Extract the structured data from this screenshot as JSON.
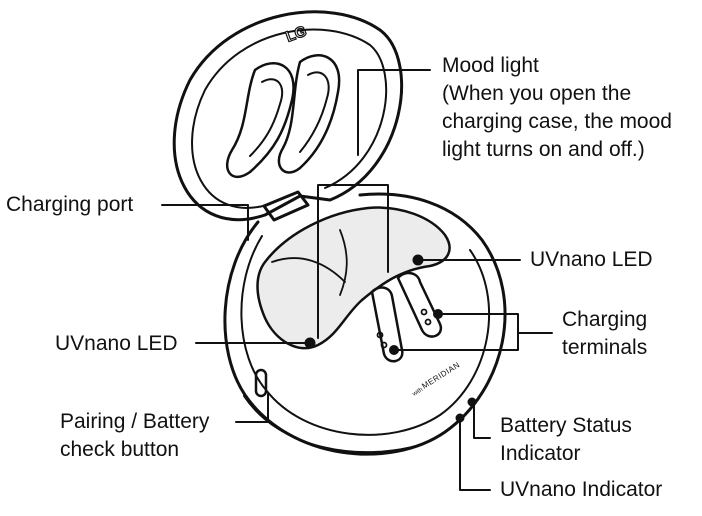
{
  "labels": {
    "mood_light": {
      "title": "Mood light",
      "note_lines": [
        "(When you open the",
        "charging case, the mood",
        "light turns on and off.)"
      ]
    },
    "charging_port": "Charging port",
    "uvnano_led_right": "UVnano LED",
    "uvnano_led_left": "UVnano LED",
    "charging_terminals": [
      "Charging",
      "terminals"
    ],
    "pairing_button": [
      "Pairing / Battery",
      "check button"
    ],
    "battery_status": [
      "Battery Status",
      "Indicator"
    ],
    "uvnano_indicator": "UVnano Indicator"
  },
  "case_marks": {
    "logo": "LG",
    "brand": "MERIDIAN",
    "brand_prefix": "with"
  },
  "colors": {
    "line": "#111111",
    "tray_fill": "#ececec",
    "background": "#ffffff"
  }
}
